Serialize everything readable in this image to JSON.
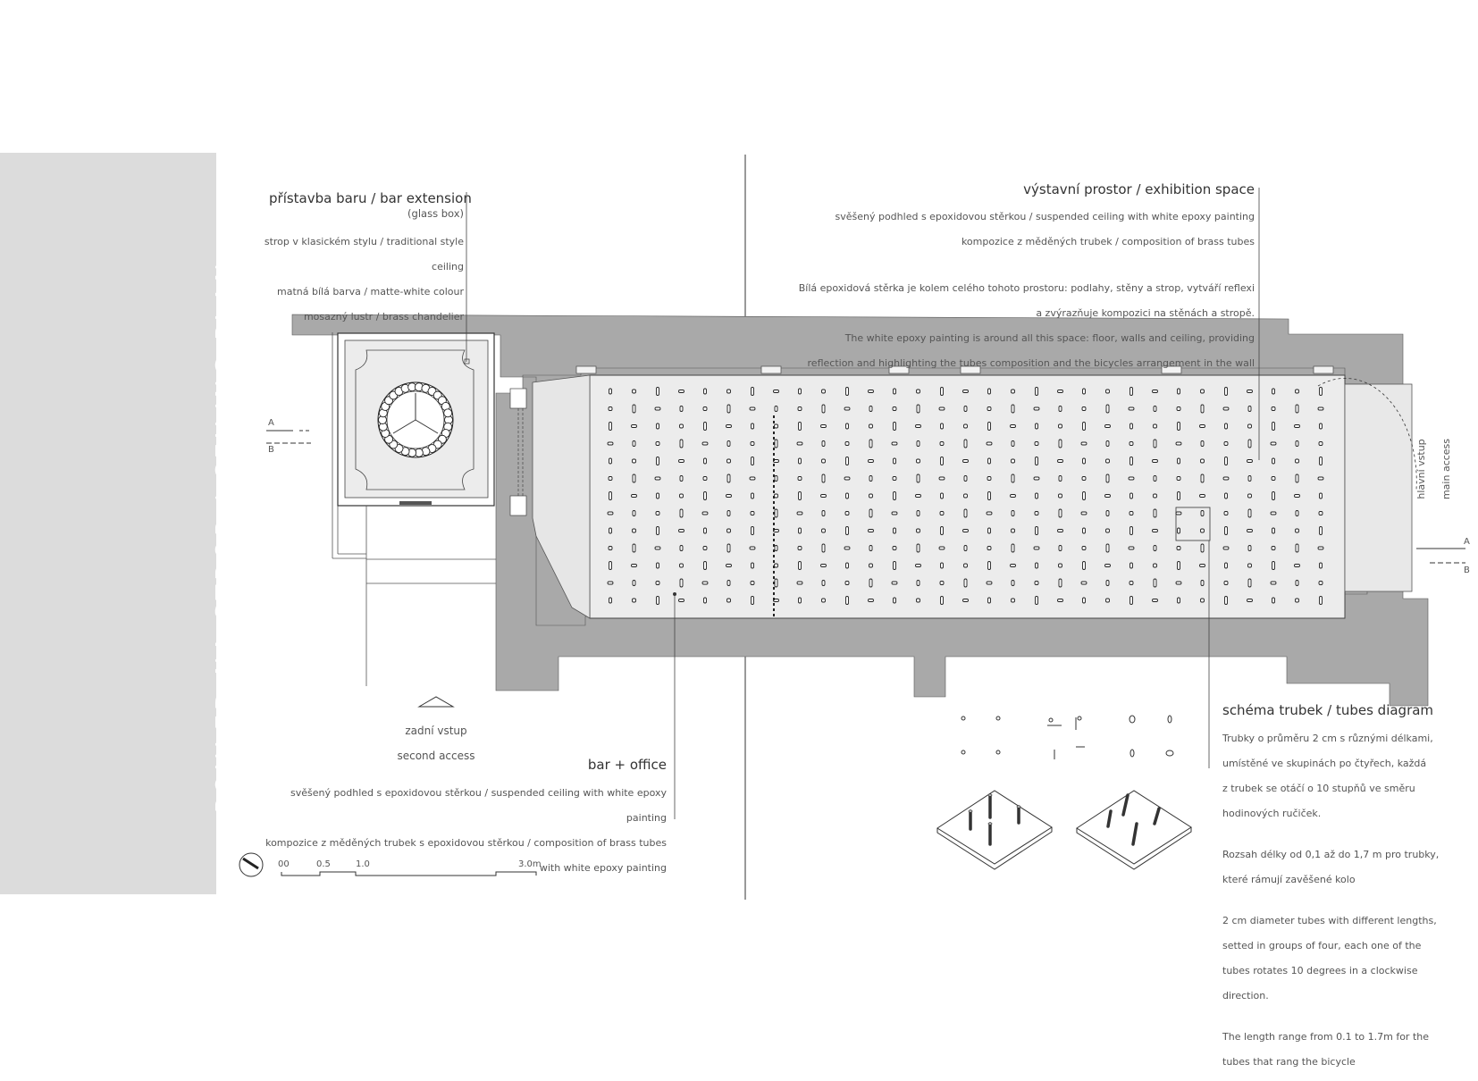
{
  "sidebar": {
    "title": "POHLED NA STROP / CEILING PLAN"
  },
  "bar_extension": {
    "title": "přístavba baru / bar extension",
    "subtitle": "(glass box)",
    "lines": [
      "strop v klasickém stylu / traditional style",
      "ceiling",
      "matná bílá barva / matte-white colour",
      "mosazný lustr / brass chandelier"
    ]
  },
  "exhibition": {
    "title": "výstavní prostor / exhibition space",
    "lines": [
      "svěšený podhled s epoxidovou stěrkou / suspended ceiling with white epoxy painting",
      "kompozice z měděných trubek / composition of brass tubes"
    ],
    "desc_cz": [
      "Bílá epoxidová stěrka je kolem celého tohoto prostoru: podlahy, stěny a strop, vytváří reflexi",
      "a zvýrazňuje kompozici na stěnách a stropě."
    ],
    "desc_en": [
      "The white epoxy painting is around all this space: floor, walls and ceiling, providing",
      "reflection and highlighting the tubes composition and the bicycles arrangement in the wall"
    ]
  },
  "bar_office": {
    "title": "bar + office",
    "lines": [
      "svěšený podhled s epoxidovou stěrkou / suspended ceiling with white epoxy",
      "painting",
      "kompozice z měděných trubek s epoxidovou stěrkou / composition of brass tubes",
      "with white epoxy painting"
    ]
  },
  "second_access": {
    "cz": "zadní vstup",
    "en": "second access"
  },
  "main_access": {
    "cz": "hlavní vstup",
    "en": "main access"
  },
  "section_marks": {
    "a": "A",
    "b": "B"
  },
  "tubes_diagram": {
    "title": "schéma trubek / tubes diagram",
    "p1": [
      "Trubky o průměru 2 cm s různými délkami,",
      "umístěné ve skupinách po čtyřech, každá",
      "z trubek se otáčí o 10 stupňů ve směru",
      "hodinových ručiček."
    ],
    "p2": [
      "Rozsah délky od 0,1 až do 1,7 m pro trubky,",
      "které rámují zavěšené kolo"
    ],
    "p3": [
      "2 cm diameter tubes with different lengths,",
      "setted in groups of four, each one of the",
      "tubes rotates 10 degrees in a clockwise",
      "direction."
    ],
    "p4": [
      "The length range from 0.1 to 1.7m for the",
      "tubes that rang the bicycle"
    ]
  },
  "scale": {
    "labels": [
      "00",
      "0.5",
      "1.0",
      "3.0m"
    ]
  },
  "colors": {
    "wall": "#a9a9a9",
    "ceiling": "#ececec",
    "sidebar": "#dcdcdc"
  }
}
